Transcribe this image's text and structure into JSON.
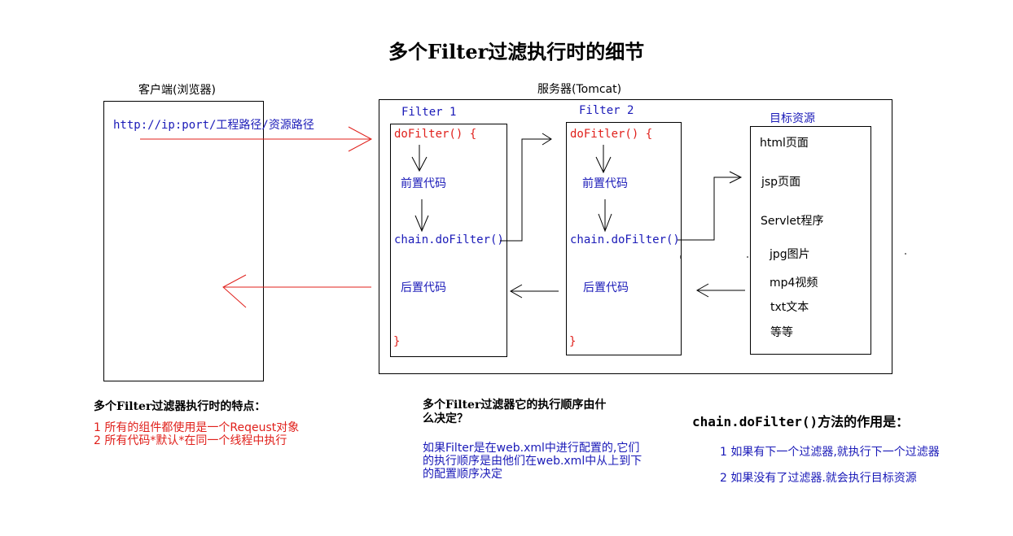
{
  "title": "多个Filter过滤执行时的细节",
  "client": {
    "label": "客户端(浏览器)",
    "url": "http://ip:port/工程路径/资源路径"
  },
  "server": {
    "label": "服务器(Tomcat)"
  },
  "filter1": {
    "name": "Filter 1",
    "open": "doFilter() {",
    "pre": "前置代码",
    "chain": "chain.doFilter()",
    "post": "后置代码",
    "close": "}"
  },
  "filter2": {
    "name": "Filter 2",
    "open": "doFitler() {",
    "pre": "前置代码",
    "chain": "chain.doFilter()",
    "post": "后置代码",
    "close": "}"
  },
  "target": {
    "label": "目标资源",
    "items": [
      "html页面",
      "jsp页面",
      "Servlet程序",
      "jpg图片",
      "mp4视频",
      "txt文本",
      "等等"
    ]
  },
  "notes": {
    "features": {
      "heading": "多个Filter过滤器执行时的特点：",
      "lines": [
        "1 所有的组件都使用是一个Reqeust对象",
        "2 所有代码*默认*在同一个线程中执行"
      ]
    },
    "order": {
      "heading_line1": "多个Filter过滤器它的执行顺序由什",
      "heading_line2": "么决定？",
      "lines": [
        "如果Filter是在web.xml中进行配置的,它们",
        "的执行顺序是由他们在web.xml中从上到下",
        "的配置顺序决定"
      ]
    },
    "chain": {
      "heading": "chain.doFilter()方法的作用是：",
      "lines": [
        "1 如果有下一个过滤器,就执行下一个过滤器",
        "2 如果没有了过滤器.就会执行目标资源"
      ]
    }
  },
  "colors": {
    "red": "#e0201b",
    "blue": "#1a1ab8",
    "black": "#000000"
  }
}
